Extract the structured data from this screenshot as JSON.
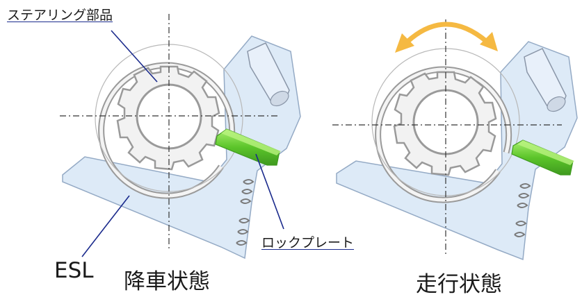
{
  "labels": {
    "steering_part": "ステアリング部品",
    "lock_plate": "ロックプレート",
    "esl": "ESL",
    "state_parked": "降車状態",
    "state_driving": "走行状態"
  },
  "colors": {
    "housing_fill": "#dce9f7",
    "housing_stroke": "#8fa6c2",
    "ring_stroke": "#9a9a9a",
    "gear_fill": "#f2f2f2",
    "lock_plate": "#6fd13a",
    "lock_plate_dark": "#3f9a1f",
    "leader_line": "#1a2a8c",
    "rotation_arrow": "#f5b942",
    "centerline": "#333333"
  },
  "icons": {
    "rotation": "double-headed-curved-arrow-icon"
  }
}
